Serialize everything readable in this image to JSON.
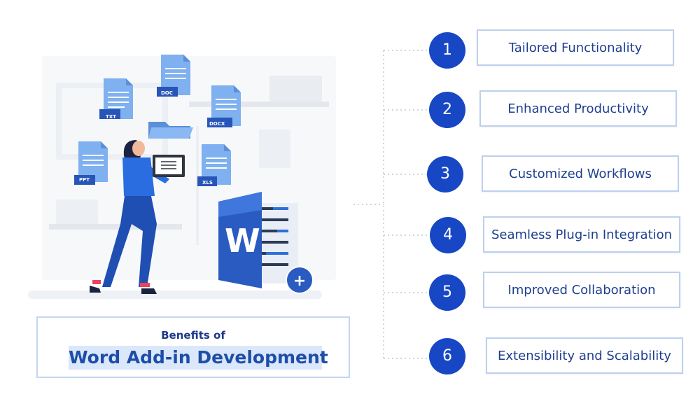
{
  "title": {
    "small": "Benefits of",
    "big": "Word Add-in Development"
  },
  "benefits": [
    {
      "number": "1",
      "label": "Tailored Functionality"
    },
    {
      "number": "2",
      "label": "Enhanced Productivity"
    },
    {
      "number": "3",
      "label": "Customized Workflows"
    },
    {
      "number": "4",
      "label": "Seamless Plug-in Integration"
    },
    {
      "number": "5",
      "label": "Improved Collaboration"
    },
    {
      "number": "6",
      "label": "Extensibility and Scalability"
    }
  ],
  "illustration": {
    "doc_labels": [
      "TXT",
      "DOC",
      "DOCX",
      "PPT",
      "XLS"
    ],
    "word_letter": "W",
    "plus_symbol": "+"
  },
  "colors": {
    "primary": "#1747c4",
    "accent_blue": "#2f6fd6",
    "box_border": "#bdd0ee",
    "title_highlight": "#dbe7fa"
  }
}
